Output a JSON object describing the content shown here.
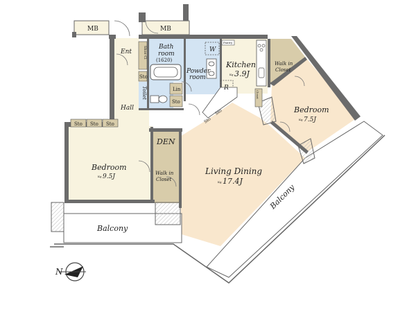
{
  "labels": {
    "mb_left": "MB",
    "mb_right": "MB",
    "ent": "Ent",
    "shoe_cl": "Shoe Cl",
    "sto_ent": "Sto",
    "hall": "Hall",
    "bath_room": "Bath",
    "bath_room2": "room",
    "bath_size": "(1620)",
    "powder_room": "Powder",
    "powder_room2": "room",
    "pantry": "Pantry",
    "washer": "W",
    "refrigerator": "R",
    "lin": "Lin",
    "sto_bath": "Sto",
    "toilet": "Toilet",
    "kitchen": "Kitchen",
    "kitchen_size_prefix": "Kg",
    "kitchen_size": "3.9J",
    "walk_in_closet_1": "Walk in",
    "walk_in_closet_2": "Closet",
    "sto_1": "Sto",
    "sto_2": "Sto",
    "closet_small": "Closet",
    "bedroom_right": "Bedroom",
    "bedroom_right_prefix": "Kg",
    "bedroom_right_size": "7.5J",
    "sto_a": "Sto",
    "sto_b": "Sto",
    "sto_c": "Sto",
    "den": "DEN",
    "bedroom_left": "Bedroom",
    "bedroom_left_prefix": "Kg",
    "bedroom_left_size": "9.5J",
    "wic_left_1": "Walk in",
    "wic_left_2": "Closet",
    "living_dining": "Living Dining",
    "living_dining_prefix": "Kg",
    "living_dining_size": "17.4J",
    "balcony_right": "Balcony",
    "balcony_left": "Balcony",
    "compass_n": "N"
  },
  "colors": {
    "wall": "#6b6b6b",
    "wood_floor": "#f9e7cd",
    "beige_floor": "#f8f3df",
    "wet_area": "#d3e4f3",
    "closet": "#d8ccaa",
    "line": "#666666"
  },
  "icons": [
    "compass-icon",
    "bathtub-icon",
    "toilet-icon",
    "sink-icon",
    "stove-icon"
  ]
}
